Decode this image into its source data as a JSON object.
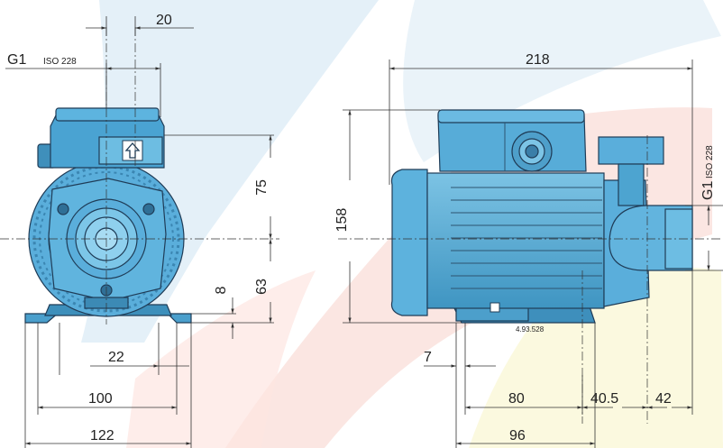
{
  "dimensions": {
    "d20": "20",
    "thread_left": "G1",
    "thread_left_std": "ISO 228",
    "d75": "75",
    "d63": "63",
    "d8": "8",
    "d22": "22",
    "d100": "100",
    "d122": "122",
    "d218": "218",
    "d158": "158",
    "d7": "7",
    "d80": "80",
    "d96": "96",
    "d40_5": "40.5",
    "d42": "42",
    "thread_right": "G1",
    "thread_right_std": "ISO 228"
  },
  "plate_code": "4.93.528",
  "colors": {
    "pump_body": "#5ab0d8",
    "pump_dark": "#2f7fa8",
    "pump_light": "#8fcbe6",
    "watermark_blue": "#dcecf6",
    "watermark_red": "#fbe1dd",
    "watermark_yellow": "#faf7d8",
    "dimension_line": "#333333"
  }
}
